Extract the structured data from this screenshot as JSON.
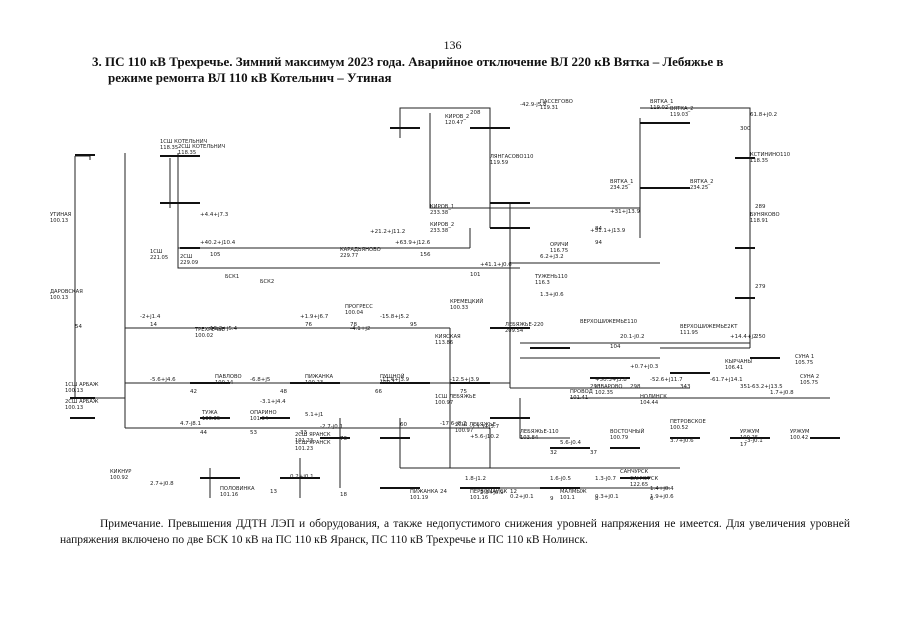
{
  "page_number": "136",
  "title_line1": "3. ПС 110 кВ Трехречье. Зимний максимум 2023 года. Аварийное отключение ВЛ 220 кВ Вятка – Лебяжье в",
  "title_line2": "режиме ремонта ВЛ 110 кВ Котельнич – Утиная",
  "note": "Примечание. Превышения ДДТН ЛЭП и оборудования, а также недопустимого снижения уровней напряжения не имеется. Для увеличения уровней напряжения включено по две БСК 10 кВ на ПС 110 кВ Яранск, ПС 110 кВ Трехречье и ПС 110 кВ Нолинск.",
  "substations": [
    {
      "name": "1СШ КОТЕЛЬНИЧ",
      "value": "118.35"
    },
    {
      "name": "2СШ КОТЕЛЬНИЧ",
      "value": "118.35"
    },
    {
      "name": "УТИНАЯ",
      "value": "100.13"
    },
    {
      "name": "1СШ",
      "value": "221.05"
    },
    {
      "name": "2СШ",
      "value": "229.09"
    },
    {
      "name": "КИРОВ_2",
      "value": "120.47"
    },
    {
      "name": "КИРОВ_1",
      "value": "233.38"
    },
    {
      "name": "КИРОВ_2",
      "value": "233.38"
    },
    {
      "name": "КАРАДЬЯНОВО",
      "value": "229.77"
    },
    {
      "name": "ПАССЕГОВО",
      "value": "119.31"
    },
    {
      "name": "ЛЯНГАСОВО110",
      "value": "119.59"
    },
    {
      "name": "ВЯТКА_1",
      "value": "119.02"
    },
    {
      "name": "ВЯТКА_2",
      "value": "119.03"
    },
    {
      "name": "ВЯТКА_1",
      "value": "234.25"
    },
    {
      "name": "ВЯТКА_2",
      "value": "234.25"
    },
    {
      "name": "КСТИНИНО110",
      "value": "118.35"
    },
    {
      "name": "БУНЯКОВО",
      "value": "118.91"
    },
    {
      "name": "ОРИЧИ",
      "value": "116.75"
    },
    {
      "name": "ТУЖЕНЬ110",
      "value": "116.3"
    },
    {
      "name": "ДАРОВСКАЯ",
      "value": "100.13"
    },
    {
      "name": "БСК1",
      "value": ""
    },
    {
      "name": "БСК2",
      "value": ""
    },
    {
      "name": "ТРЕХРЕЧЬЕ",
      "value": "100.02"
    },
    {
      "name": "ПРОГРЕСС",
      "value": "100.04"
    },
    {
      "name": "КРЕМЕЦКИЙ",
      "value": "100.33"
    },
    {
      "name": "ЛЕБЯЖЬЕ-220",
      "value": "209.54"
    },
    {
      "name": "ВЕРХОШИЖЕМЬЕ110",
      "value": ""
    },
    {
      "name": "ВЕРХОШИЖЕМЬЕ2КТ",
      "value": "111.95"
    },
    {
      "name": "КИЯСКАЯ",
      "value": "113.86"
    },
    {
      "name": "ПАВЛОВО",
      "value": "100.14"
    },
    {
      "name": "ПИЖАНКА",
      "value": "100.23"
    },
    {
      "name": "ПУШНОЙ",
      "value": "100.7"
    },
    {
      "name": "1СШ ЛЕБЯЖЬЕ",
      "value": "100.97"
    },
    {
      "name": "1СШ АРБАЖ",
      "value": "100.13"
    },
    {
      "name": "2СШ АРБАЖ",
      "value": "100.13"
    },
    {
      "name": "ТУЖА",
      "value": "100.35"
    },
    {
      "name": "ОПАРИНО",
      "value": "101.04"
    },
    {
      "name": "2СШ ЯРАНСК",
      "value": "101.23"
    },
    {
      "name": "1СШ ЯРАНСК",
      "value": "101.23"
    },
    {
      "name": "2СШ ЛЕБЯЖЬЕ",
      "value": "100.97"
    },
    {
      "name": "ЛЕБЯЖЬЕ-110",
      "value": "103.84"
    },
    {
      "name": "ПРОВОД",
      "value": "101.41"
    },
    {
      "name": "ШВАРОВО",
      "value": "102.35"
    },
    {
      "name": "НОЛИНСК",
      "value": "104.44"
    },
    {
      "name": "КЫРЧАНЫ",
      "value": "106.41"
    },
    {
      "name": "СУНА 1",
      "value": "105.75"
    },
    {
      "name": "СУНА 2",
      "value": "105.75"
    },
    {
      "name": "ВОСТОЧНЫЙ",
      "value": "100.79"
    },
    {
      "name": "ПЕТРОВСКОЕ",
      "value": "100.52"
    },
    {
      "name": "УРЖУМ",
      "value": "100.25"
    },
    {
      "name": "УРЖУМ",
      "value": "100.42"
    },
    {
      "name": "КИКНУР",
      "value": "100.92"
    },
    {
      "name": "ПОЛОВИНКА",
      "value": "101.16"
    },
    {
      "name": "ПИЖАНКА",
      "value": "101.19"
    },
    {
      "name": "ПЕРВОМАЙСК",
      "value": "101.16"
    },
    {
      "name": "МАЛМЫЖ",
      "value": "101.1"
    },
    {
      "name": "САНЧУРСК",
      "value": ""
    },
    {
      "name": "САНЧУРСК",
      "value": "122.65"
    }
  ],
  "flows": [
    {
      "text": "-42.9-j5.8"
    },
    {
      "text": "+4.4+j7.3"
    },
    {
      "text": "+40.2+j10.4"
    },
    {
      "text": "+21.2+j11.2"
    },
    {
      "text": "+63.9+j12.6"
    },
    {
      "text": "+31+j13.9"
    },
    {
      "text": "+31.1+j13.9"
    },
    {
      "text": "+41.1+j0.6"
    },
    {
      "text": "61.8+j0.2"
    },
    {
      "text": "1.3+j0.6"
    },
    {
      "text": "6.2+j3.2"
    },
    {
      "text": "-2+j1.4"
    },
    {
      "text": "+1.9+j6.7"
    },
    {
      "text": "-15.8+j5.2"
    },
    {
      "text": "-4.1+j2"
    },
    {
      "text": "10.3+j5.4"
    },
    {
      "text": "20.1-j0.2"
    },
    {
      "text": "+14.4+j2"
    },
    {
      "text": "-5.6+j4.6"
    },
    {
      "text": "-6.8+j5"
    },
    {
      "text": "-11.4+j3.9"
    },
    {
      "text": "-12.5+j3.9"
    },
    {
      "text": "+0.7+j0.3"
    },
    {
      "text": "+50.3+j3.8"
    },
    {
      "text": "-52.6+j11.7"
    },
    {
      "text": "-61.7+j14.1"
    },
    {
      "text": "-63.2+j13.5"
    },
    {
      "text": "1.7+j0.8"
    },
    {
      "text": "4.7-j8.1"
    },
    {
      "text": "-17.6-j8.2"
    },
    {
      "text": "-13.3+j3.7"
    },
    {
      "text": "+5.6-j10.2"
    },
    {
      "text": "-3.1+j4.4"
    },
    {
      "text": "3.7+j0.6"
    },
    {
      "text": "-3-j0.1"
    },
    {
      "text": "5.1+j1"
    },
    {
      "text": "-2.7-j0.1"
    },
    {
      "text": "0.2+j0.1"
    },
    {
      "text": "2.7+j0.8"
    },
    {
      "text": "1.8-j1.2"
    },
    {
      "text": "1.6-j0.5"
    },
    {
      "text": "1.3-j0.7"
    },
    {
      "text": "2.5+j0.9"
    },
    {
      "text": "0.2+j0.1"
    },
    {
      "text": "0.3+j0.1"
    },
    {
      "text": "1.4+j0.4"
    },
    {
      "text": "1.9+j0.6"
    },
    {
      "text": "5.6-j0.4"
    }
  ],
  "line_numbers": [
    "105",
    "156",
    "101",
    "84",
    "94",
    "208",
    "300",
    "289",
    "279",
    "250",
    "104",
    "293",
    "298",
    "343",
    "351",
    "54",
    "76",
    "78",
    "95",
    "14",
    "42",
    "48",
    "66",
    "75",
    "44",
    "53",
    "33",
    "60",
    "76",
    "32",
    "13",
    "18",
    "37",
    "17",
    "24",
    "12",
    "9",
    "8",
    "6"
  ]
}
